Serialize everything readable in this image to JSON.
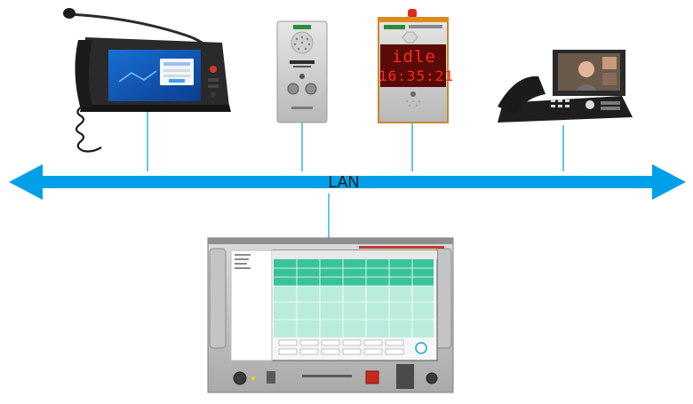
{
  "network": {
    "label": "LAN",
    "line_color": "#00a0e9"
  },
  "devices": {
    "intercom_terminal": {
      "display_status": "idle",
      "display_time": "16:35:21"
    }
  }
}
